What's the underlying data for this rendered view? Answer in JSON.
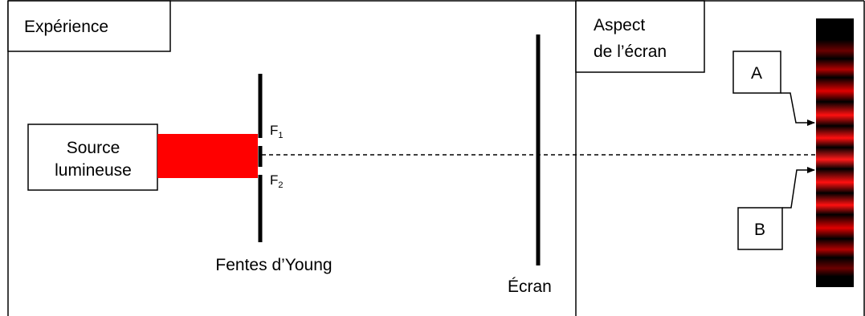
{
  "panels": {
    "experiment_title": "Expérience",
    "screen_aspect_title_line1": "Aspect",
    "screen_aspect_title_line2": "de l’écran"
  },
  "source": {
    "line1": "Source",
    "line2": "lumineuse",
    "beam_color": "#ff0000"
  },
  "slits": {
    "label": "Fentes d’Young",
    "f1": "F",
    "f1_sub": "1",
    "f2": "F",
    "f2_sub": "2"
  },
  "screen": {
    "label": "Écran"
  },
  "fringe_labels": {
    "a": "A",
    "b": "B"
  },
  "colors": {
    "fringe_bright": "#ff1010",
    "fringe_dark": "#000000"
  }
}
